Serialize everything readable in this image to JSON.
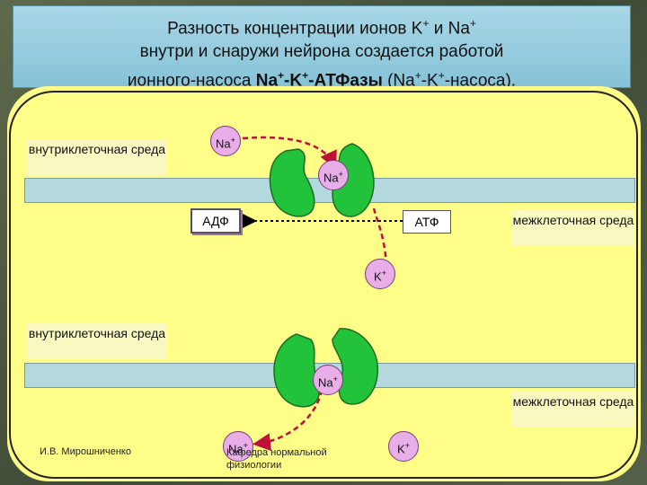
{
  "title": {
    "line1": "Разность концентрации ионов K",
    "line1_sup1": "+",
    "line1_mid": " и Na",
    "line1_sup2": "+",
    "line2": "внутри и снаружи нейрона создается работой",
    "line3_pre": "ионного-насоса ",
    "line3_bold1": "Na",
    "line3_sup1": "+",
    "line3_bold2": "-K",
    "line3_sup2": "+",
    "line3_bold3": "-АТФазы",
    "line3_post1": " (Na",
    "line3_sup3": "+",
    "line3_post2": "-K",
    "line3_sup4": "+",
    "line3_post3": "-насоса)."
  },
  "labels": {
    "intracellular_top": "внутриклеточная среда",
    "extracellular_top": "межклеточная среда",
    "intracellular_bottom": "внутриклеточная среда",
    "extracellular_bottom": "межклеточная среда"
  },
  "ions": {
    "na_top_left": "Na",
    "na_top_in_pump": "Na",
    "k_mid": "K",
    "na_bottom_in_pump": "Na",
    "na_bottom_out": "Na",
    "k_bottom": "K",
    "sup": "+"
  },
  "energy": {
    "adp": "АДФ",
    "atp": "АТФ"
  },
  "footer": {
    "author": "И.В. Мирошниченко",
    "department": "Кафедра нормальной физиологии"
  },
  "colors": {
    "background": "#fdfd87",
    "membrane": "#b3d9df",
    "protein": "#22c33a",
    "ion": "#e8aee8",
    "arrow": "#c0103a",
    "title_bg": "#a8d7e6"
  }
}
